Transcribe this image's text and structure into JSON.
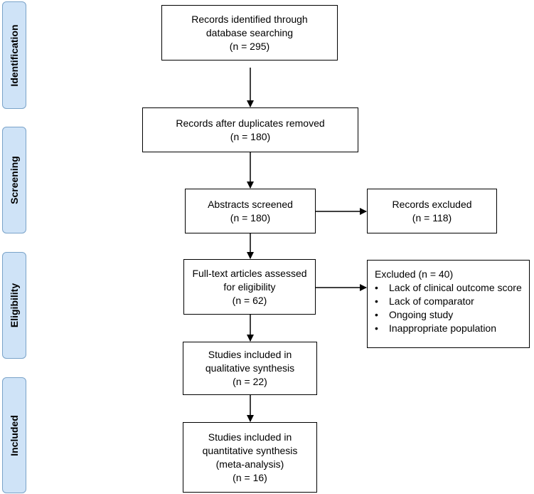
{
  "stages": {
    "identification": "Identification",
    "screening": "Screening",
    "eligibility": "Eligibility",
    "included": "Included"
  },
  "boxes": {
    "identified": [
      "Records identified through",
      "database searching",
      "(n = 295)"
    ],
    "deduplicated": [
      "Records after duplicates removed",
      "(n = 180)"
    ],
    "screened": [
      "Abstracts screened",
      "(n = 180)"
    ],
    "excluded_records": [
      "Records excluded",
      "(n = 118)"
    ],
    "fulltext": [
      "Full-text articles assessed",
      "for eligibility",
      "(n = 62)"
    ],
    "excluded_fulltext": {
      "heading": "Excluded (n = 40)",
      "bullet": "•",
      "reasons": [
        "Lack of clinical outcome score",
        "Lack of comparator",
        "Ongoing study",
        "Inappropriate population"
      ]
    },
    "qualitative": [
      "Studies included in",
      "qualitative synthesis",
      "(n = 22)"
    ],
    "quantitative": [
      "Studies included in",
      "quantitative synthesis",
      "(meta-analysis)",
      "(n = 16)"
    ]
  },
  "colors": {
    "stage_fill": "#cfe3f7",
    "stage_border": "#7aa3c9",
    "box_border": "#000000",
    "arrow": "#000000"
  }
}
